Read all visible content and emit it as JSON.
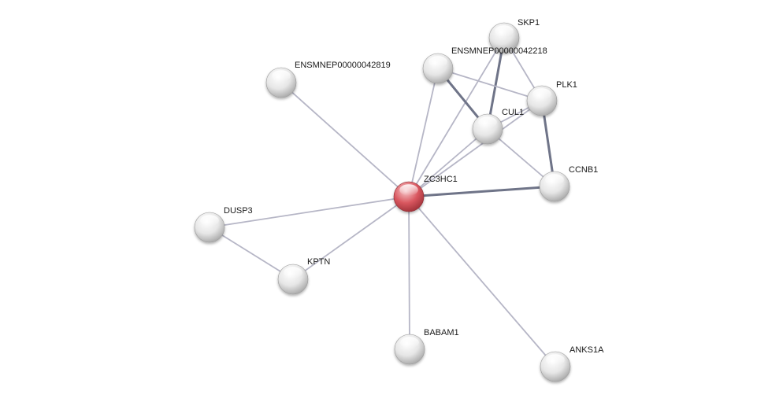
{
  "network": {
    "colors": {
      "query_node": "#d9575f",
      "node": "#e2e2e2",
      "edge_strong": "#6f7488",
      "edge_weak": "#b6b6c6"
    },
    "nodes": [
      {
        "id": "ZC3HC1",
        "label": "ZC3HC1",
        "query": true
      },
      {
        "id": "SKP1",
        "label": "SKP1"
      },
      {
        "id": "ENSMNEP00000042218",
        "label": "ENSMNEP00000042218"
      },
      {
        "id": "ENSMNEP00000042819",
        "label": "ENSMNEP00000042819"
      },
      {
        "id": "PLK1",
        "label": "PLK1"
      },
      {
        "id": "CUL1",
        "label": "CUL1"
      },
      {
        "id": "CCNB1",
        "label": "CCNB1"
      },
      {
        "id": "DUSP3",
        "label": "DUSP3"
      },
      {
        "id": "KPTN",
        "label": "KPTN"
      },
      {
        "id": "BABAM1",
        "label": "BABAM1"
      },
      {
        "id": "ANKS1A",
        "label": "ANKS1A"
      }
    ],
    "edges": [
      {
        "from": "ZC3HC1",
        "to": "ENSMNEP00000042819",
        "strength": "weak"
      },
      {
        "from": "ZC3HC1",
        "to": "ENSMNEP00000042218",
        "strength": "weak"
      },
      {
        "from": "ZC3HC1",
        "to": "SKP1",
        "strength": "weak"
      },
      {
        "from": "ZC3HC1",
        "to": "CUL1",
        "strength": "weak"
      },
      {
        "from": "ZC3HC1",
        "to": "PLK1",
        "strength": "weak"
      },
      {
        "from": "ZC3HC1",
        "to": "CCNB1",
        "strength": "strong"
      },
      {
        "from": "ZC3HC1",
        "to": "DUSP3",
        "strength": "weak"
      },
      {
        "from": "ZC3HC1",
        "to": "KPTN",
        "strength": "weak"
      },
      {
        "from": "ZC3HC1",
        "to": "BABAM1",
        "strength": "weak"
      },
      {
        "from": "ZC3HC1",
        "to": "ANKS1A",
        "strength": "weak"
      },
      {
        "from": "DUSP3",
        "to": "KPTN",
        "strength": "weak"
      },
      {
        "from": "SKP1",
        "to": "CUL1",
        "strength": "strong"
      },
      {
        "from": "SKP1",
        "to": "PLK1",
        "strength": "weak"
      },
      {
        "from": "ENSMNEP00000042218",
        "to": "CUL1",
        "strength": "strong"
      },
      {
        "from": "ENSMNEP00000042218",
        "to": "PLK1",
        "strength": "weak"
      },
      {
        "from": "PLK1",
        "to": "CUL1",
        "strength": "weak"
      },
      {
        "from": "PLK1",
        "to": "CCNB1",
        "strength": "strong"
      },
      {
        "from": "CUL1",
        "to": "CCNB1",
        "strength": "weak"
      }
    ]
  }
}
